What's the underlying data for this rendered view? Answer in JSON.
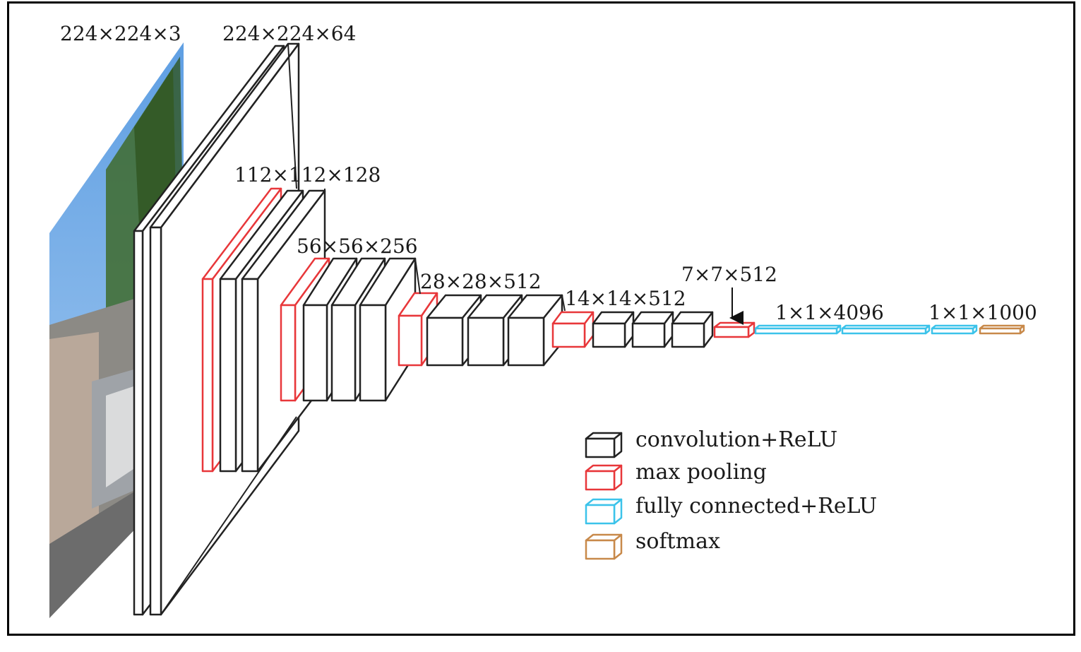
{
  "dimension_labels": {
    "input": "224×224×3",
    "block1": "224×224×64",
    "block2": "112×112×128",
    "block3": "56×56×256",
    "block4": "28×28×512",
    "block5": "14×14×512",
    "pool5": "7×7×512",
    "fc": "1×1×4096",
    "out": "1×1×1000"
  },
  "legend": [
    {
      "label": "convolution+ReLU",
      "color": "#222222"
    },
    {
      "label": "max pooling",
      "color": "#e8373a"
    },
    {
      "label": "fully connected+ReLU",
      "color": "#3cc3ea"
    },
    {
      "label": "softmax",
      "color": "#c8894a"
    }
  ],
  "colors": {
    "conv": "#222222",
    "pool": "#e8373a",
    "fc": "#3cc3ea",
    "softmax": "#c8894a"
  },
  "input_image": "street-photo"
}
